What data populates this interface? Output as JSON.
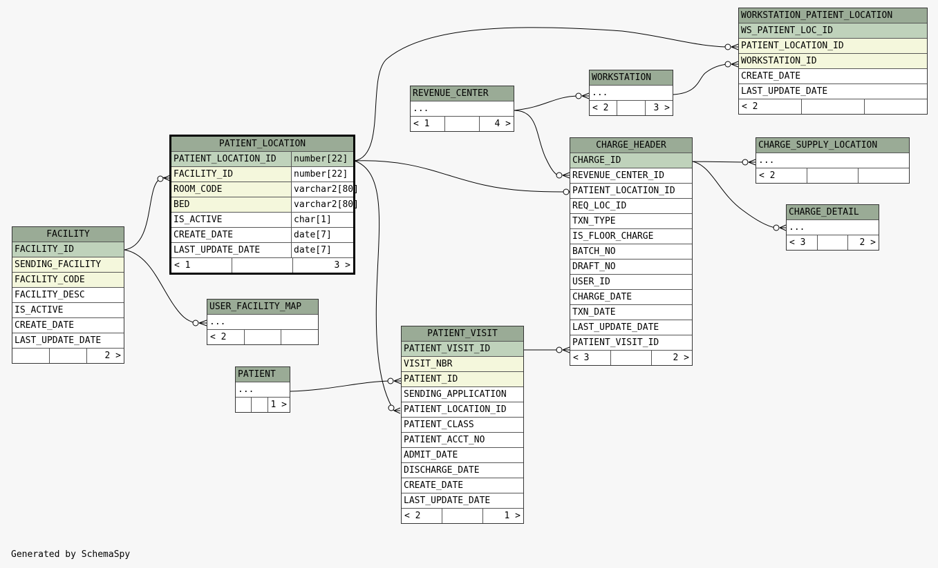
{
  "footer_text": "Generated by SchemaSpy",
  "colors": {
    "header": "#9aab96",
    "primary_key": "#bfd2bb",
    "foreign_key": "#f4f7dc",
    "background": "#f7f7f7"
  },
  "tables": {
    "workstation_patient_location": {
      "name": "WORKSTATION_PATIENT_LOCATION",
      "rows": [
        "WS_PATIENT_LOC_ID",
        "PATIENT_LOCATION_ID",
        "WORKSTATION_ID",
        "CREATE_DATE",
        "LAST_UPDATE_DATE"
      ],
      "footer": [
        "< 2",
        "",
        ""
      ]
    },
    "workstation": {
      "name": "WORKSTATION",
      "rows": [
        "..."
      ],
      "footer": [
        "< 2",
        "",
        "3 >"
      ]
    },
    "revenue_center": {
      "name": "REVENUE_CENTER",
      "rows": [
        "..."
      ],
      "footer": [
        "< 1",
        "",
        "4 >"
      ]
    },
    "patient_location": {
      "name": "PATIENT_LOCATION",
      "rows": [
        {
          "col": "PATIENT_LOCATION_ID",
          "type": "number[22]"
        },
        {
          "col": "FACILITY_ID",
          "type": "number[22]"
        },
        {
          "col": "ROOM_CODE",
          "type": "varchar2[80]"
        },
        {
          "col": "BED",
          "type": "varchar2[80]"
        },
        {
          "col": "IS_ACTIVE",
          "type": "char[1]"
        },
        {
          "col": "CREATE_DATE",
          "type": "date[7]"
        },
        {
          "col": "LAST_UPDATE_DATE",
          "type": "date[7]"
        }
      ],
      "footer": [
        "< 1",
        "",
        "3 >"
      ]
    },
    "charge_header": {
      "name": "CHARGE_HEADER",
      "rows": [
        "CHARGE_ID",
        "REVENUE_CENTER_ID",
        "PATIENT_LOCATION_ID",
        "REQ_LOC_ID",
        "TXN_TYPE",
        "IS_FLOOR_CHARGE",
        "BATCH_NO",
        "DRAFT_NO",
        "USER_ID",
        "CHARGE_DATE",
        "TXN_DATE",
        "LAST_UPDATE_DATE",
        "PATIENT_VISIT_ID"
      ],
      "footer": [
        "< 3",
        "",
        "2 >"
      ]
    },
    "charge_supply_location": {
      "name": "CHARGE_SUPPLY_LOCATION",
      "rows": [
        "..."
      ],
      "footer": [
        "< 2",
        "",
        ""
      ]
    },
    "charge_detail": {
      "name": "CHARGE_DETAIL",
      "rows": [
        "..."
      ],
      "footer": [
        "< 3",
        "",
        "2 >"
      ]
    },
    "facility": {
      "name": "FACILITY",
      "rows": [
        "FACILITY_ID",
        "SENDING_FACILITY",
        "FACILITY_CODE",
        "FACILITY_DESC",
        "IS_ACTIVE",
        "CREATE_DATE",
        "LAST_UPDATE_DATE"
      ],
      "footer": [
        "",
        "",
        "2 >"
      ]
    },
    "user_facility_map": {
      "name": "USER_FACILITY_MAP",
      "rows": [
        "..."
      ],
      "footer": [
        "< 2",
        "",
        ""
      ]
    },
    "patient": {
      "name": "PATIENT",
      "rows": [
        "..."
      ],
      "footer": [
        "",
        "",
        "1 >"
      ]
    },
    "patient_visit": {
      "name": "PATIENT_VISIT",
      "rows": [
        "PATIENT_VISIT_ID",
        "VISIT_NBR",
        "PATIENT_ID",
        "SENDING_APPLICATION",
        "PATIENT_LOCATION_ID",
        "PATIENT_CLASS",
        "PATIENT_ACCT_NO",
        "ADMIT_DATE",
        "DISCHARGE_DATE",
        "CREATE_DATE",
        "LAST_UPDATE_DATE"
      ],
      "footer": [
        "< 2",
        "",
        "1 >"
      ]
    }
  }
}
